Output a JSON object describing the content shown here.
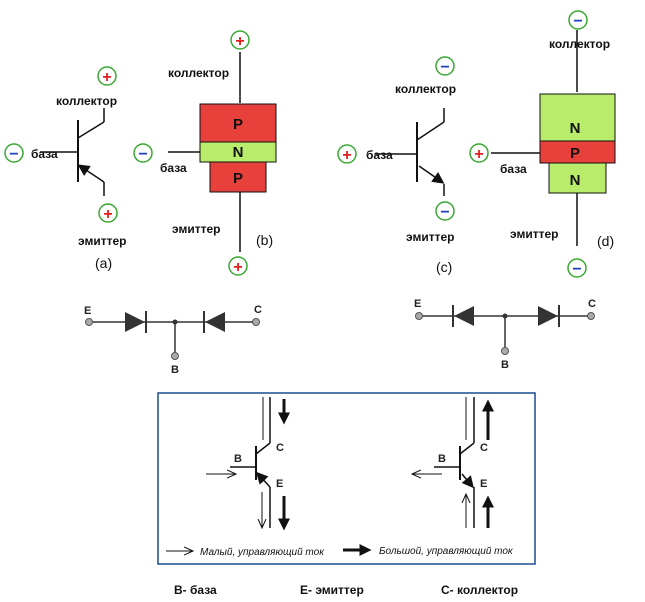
{
  "labels": {
    "collector": "коллектор",
    "base": "база",
    "emitter": "эмиттер",
    "sub_a": "(a)",
    "sub_b": "(b)",
    "sub_c": "(c)",
    "sub_d": "(d)"
  },
  "signs": {
    "plus": "+",
    "minus": "−"
  },
  "layers_b": [
    "P",
    "N",
    "P"
  ],
  "layers_d": [
    "N",
    "P",
    "N"
  ],
  "diode_labels": {
    "e": "E",
    "b": "B",
    "c": "C"
  },
  "inset": {
    "b": "B",
    "c": "C",
    "e": "E",
    "small_current": "Малый, управляющий ток",
    "large_current": "Большой, управляющий ток"
  },
  "bottom_legend": {
    "b": "B- база",
    "e": "E- эмиттер",
    "c": "C- коллектор"
  },
  "colors": {
    "p_layer": "#e8403a",
    "n_layer": "#b8ec6a",
    "sign_circle": "#3aa832",
    "plus": "#e02020",
    "minus": "#2040c0",
    "diode": "#333333",
    "inset_border": "#1a4d8f"
  }
}
